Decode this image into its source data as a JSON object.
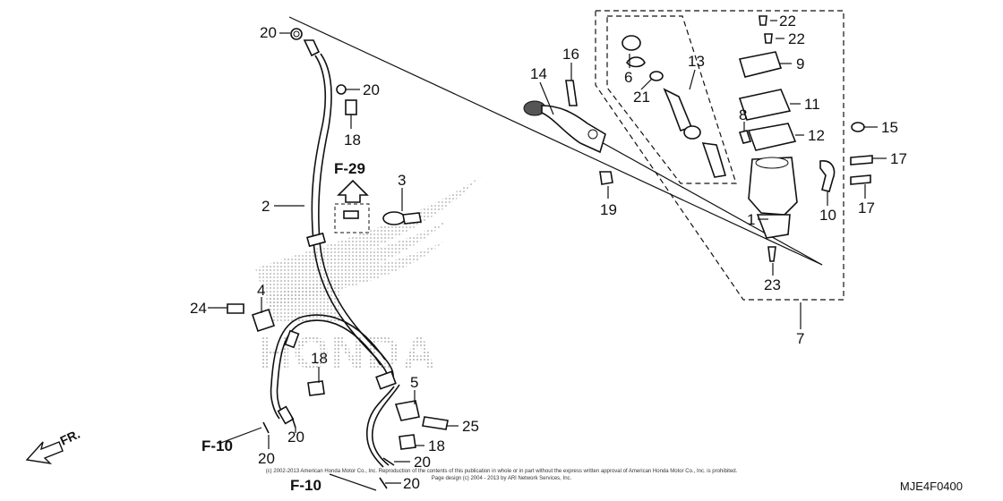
{
  "labels": {
    "n1": "1",
    "n2": "2",
    "n3": "3",
    "n4": "4",
    "n5": "5",
    "n6": "6",
    "n7": "7",
    "n8": "8",
    "n9": "9",
    "n10": "10",
    "n11": "11",
    "n12": "12",
    "n13": "13",
    "n14": "14",
    "n15": "15",
    "n16": "16",
    "n17a": "17",
    "n17b": "17",
    "n18a": "18",
    "n18b": "18",
    "n18c": "18",
    "n19": "19",
    "n20a": "20",
    "n20b": "20",
    "n20c": "20",
    "n20d": "20",
    "n20e": "20",
    "n20f": "20",
    "n21": "21",
    "n22a": "22",
    "n22b": "22",
    "n23": "23",
    "n24": "24",
    "n25": "25"
  },
  "refs": {
    "f29": "F-29",
    "f10a": "F-10",
    "f10b": "F-10"
  },
  "front_label": "FR.",
  "watermark": "HONDA",
  "copyright_line1": "(c) 2002-2013 American Honda Motor Co., Inc. Reproduction of the contents of this publication in whole or in part without the express written approval of American Honda Motor Co., Inc. is prohibited.",
  "copyright_line2": "Page design (c) 2004 - 2013 by ARI Network Services, Inc.",
  "diagram_code": "MJE4F0400"
}
